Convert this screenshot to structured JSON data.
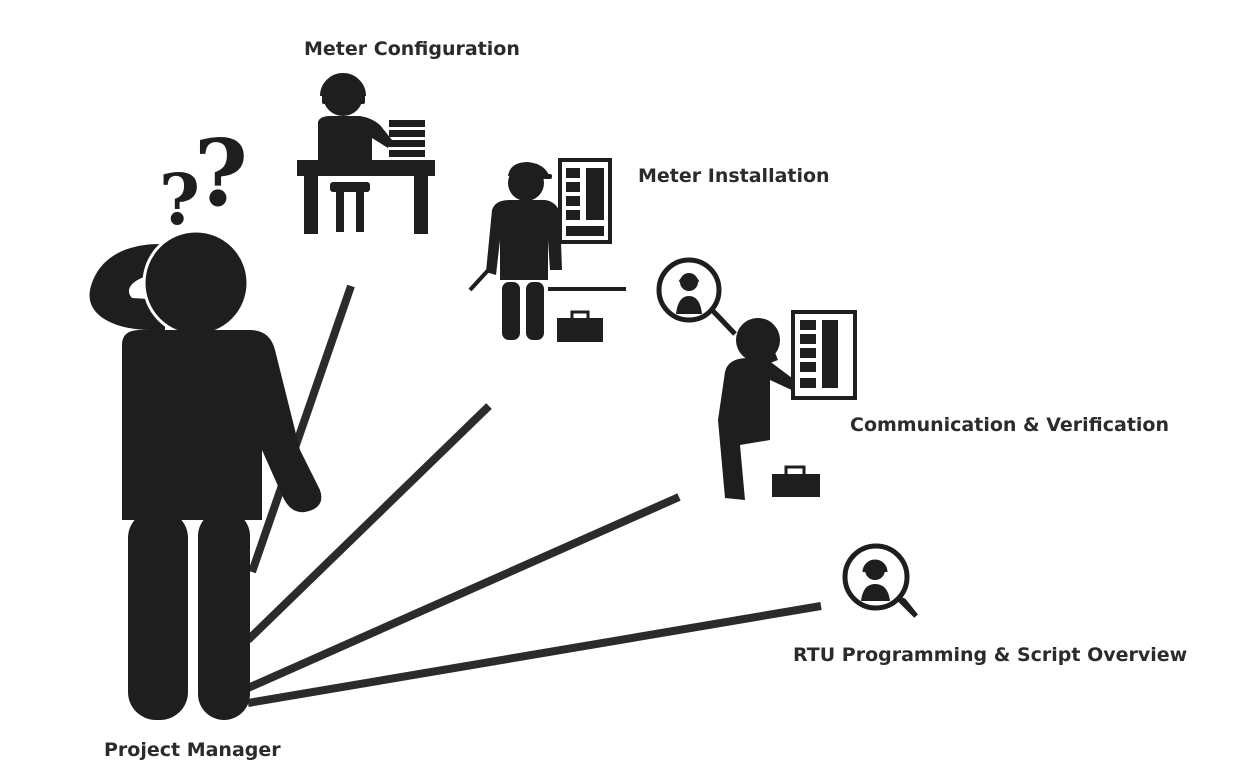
{
  "colors": {
    "silhouette": "#1e1e1e",
    "line": "#2b2b2b",
    "text": "#2b2b2b",
    "background": "#ffffff"
  },
  "icons": {
    "manager": "thinking-person-icon",
    "question_marks": "question-mark-icon",
    "configuration": "person-at-desk-with-headset-icon",
    "installation": "technician-with-cap-icon",
    "communication": "person-on-phone-icon",
    "rtu": "headset-support-bubble-icon"
  },
  "labels": {
    "manager": "Project Manager",
    "configuration": "Meter Configuration",
    "installation": "Meter Installation",
    "communication": "Communication & Verification",
    "rtu": "RTU Programming & Script Overview"
  },
  "questions": {
    "first": "?",
    "second": "?"
  }
}
